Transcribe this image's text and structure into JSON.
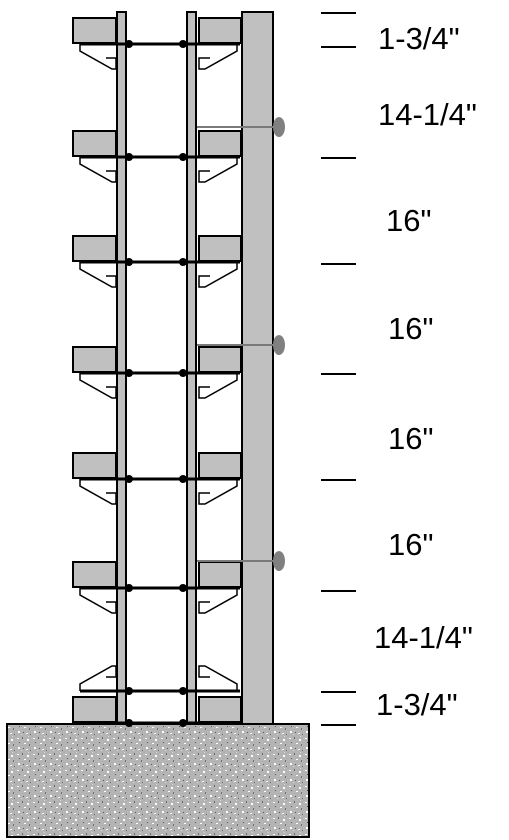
{
  "diagram": {
    "dimensions": [
      {
        "label": "1-3/4\""
      },
      {
        "label": "14-1/4\""
      },
      {
        "label": "16\""
      },
      {
        "label": "16\""
      },
      {
        "label": "16\""
      },
      {
        "label": "16\""
      },
      {
        "label": "14-1/4\""
      },
      {
        "label": "1-3/4\""
      }
    ],
    "colors": {
      "block_fill": "#c0c0c0",
      "stroke": "#000000",
      "tie_dot": "#808080",
      "footing": "#a8a8a8"
    }
  }
}
